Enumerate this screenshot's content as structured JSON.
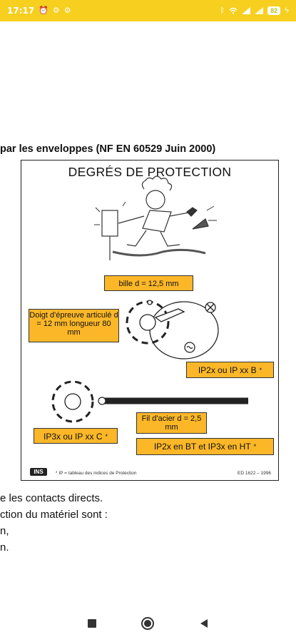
{
  "status_bar": {
    "time": "17:17",
    "battery": "82",
    "icons": [
      "alarm-icon",
      "settings-icon",
      "settings-icon",
      "bluetooth-icon",
      "wifi-icon",
      "signal-icon",
      "signal-icon",
      "battery-icon",
      "charging-icon"
    ]
  },
  "document": {
    "heading": "par les enveloppes (NF EN 60529 Juin 2000)",
    "figure": {
      "title": "DEGRÉS DE PROTECTION",
      "labels": {
        "bille": "bille d = 12,5 mm",
        "doigt": "Doigt d'épreuve articulé d = 12 mm longueur 80 mm",
        "ip2x": "IP2x ou IP xx B",
        "fil": "Fil d'acier d = 2,5 mm",
        "ip3x": "IP3x ou IP xx C",
        "ip2xbt": "IP2x en BT et IP3x en HT"
      },
      "star": "*",
      "logo": "INS",
      "footnote": "* IP = tableau des indices de Protection",
      "reference": "ED 1622 – 1996"
    },
    "body_lines": [
      "e les contacts directs.",
      "ction du matériel sont :",
      "n,",
      "n."
    ]
  },
  "colors": {
    "status_bar": "#f6cf1f",
    "label_fill": "#fbb728"
  },
  "nav": {
    "buttons": [
      "recents-square-icon",
      "home-circle-icon",
      "back-triangle-icon"
    ]
  }
}
